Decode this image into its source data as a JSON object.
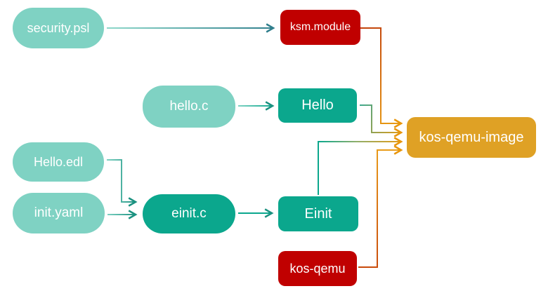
{
  "diagram": {
    "palette": {
      "light_teal": "#7fd2c3",
      "teal": "#0ba78d",
      "red": "#c00000",
      "gold": "#dfa125",
      "arrow_teal_dark": "#2f7e8c",
      "arrow_orange": "#e8960d"
    },
    "nodes": {
      "security_psl": {
        "label": "security.psl",
        "shape": "pill",
        "color": "light_teal"
      },
      "ksm_module": {
        "label": "ksm.module",
        "shape": "rect",
        "color": "red"
      },
      "hello_c": {
        "label": "hello.c",
        "shape": "pill",
        "color": "light_teal"
      },
      "hello": {
        "label": "Hello",
        "shape": "rect",
        "color": "teal"
      },
      "hello_edl": {
        "label": "Hello.edl",
        "shape": "pill",
        "color": "light_teal"
      },
      "init_yaml": {
        "label": "init.yaml",
        "shape": "pill",
        "color": "light_teal"
      },
      "einit_c": {
        "label": "einit.c",
        "shape": "pill",
        "color": "teal"
      },
      "einit": {
        "label": "Einit",
        "shape": "rect",
        "color": "teal"
      },
      "kos_qemu": {
        "label": "kos-qemu",
        "shape": "rect",
        "color": "red"
      },
      "kos_qemu_image": {
        "label": "kos-qemu-image",
        "shape": "rect",
        "color": "gold"
      }
    },
    "edges": [
      {
        "from": "security_psl",
        "to": "ksm_module",
        "color": "teal-to-slate"
      },
      {
        "from": "hello_c",
        "to": "hello",
        "color": "teal"
      },
      {
        "from": "hello_edl",
        "to": "einit_c",
        "color": "teal"
      },
      {
        "from": "init_yaml",
        "to": "einit_c",
        "color": "teal"
      },
      {
        "from": "einit_c",
        "to": "einit",
        "color": "teal"
      },
      {
        "from": "ksm_module",
        "to": "kos_qemu_image",
        "color": "red-to-orange"
      },
      {
        "from": "hello",
        "to": "kos_qemu_image",
        "color": "teal-to-orange"
      },
      {
        "from": "einit",
        "to": "kos_qemu_image",
        "color": "teal-to-orange"
      },
      {
        "from": "kos_qemu",
        "to": "kos_qemu_image",
        "color": "orange"
      }
    ]
  }
}
